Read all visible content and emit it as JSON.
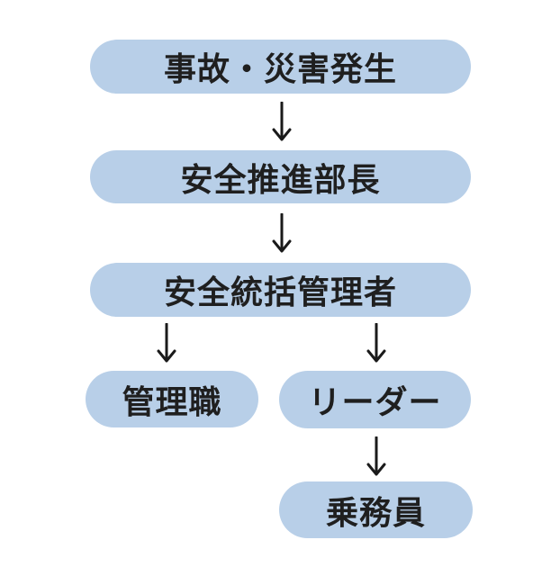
{
  "colors": {
    "node_fill": "#b8cfe8",
    "node_text": "#1f1f1f",
    "arrow": "#1a1a1a",
    "background": "#ffffff"
  },
  "diagram": {
    "type": "flowchart",
    "direction": "top-down",
    "nodes": [
      {
        "id": "incident",
        "label": "事故・災害発生"
      },
      {
        "id": "safety-promotion-director",
        "label": "安全推進部長"
      },
      {
        "id": "safety-general-manager",
        "label": "安全統括管理者"
      },
      {
        "id": "management",
        "label": "管理職"
      },
      {
        "id": "leader",
        "label": "リーダー"
      },
      {
        "id": "crew",
        "label": "乗務員"
      }
    ],
    "edges": [
      {
        "from": "incident",
        "to": "safety-promotion-director"
      },
      {
        "from": "safety-promotion-director",
        "to": "safety-general-manager"
      },
      {
        "from": "safety-general-manager",
        "to": "management"
      },
      {
        "from": "safety-general-manager",
        "to": "leader"
      },
      {
        "from": "leader",
        "to": "crew"
      }
    ]
  }
}
